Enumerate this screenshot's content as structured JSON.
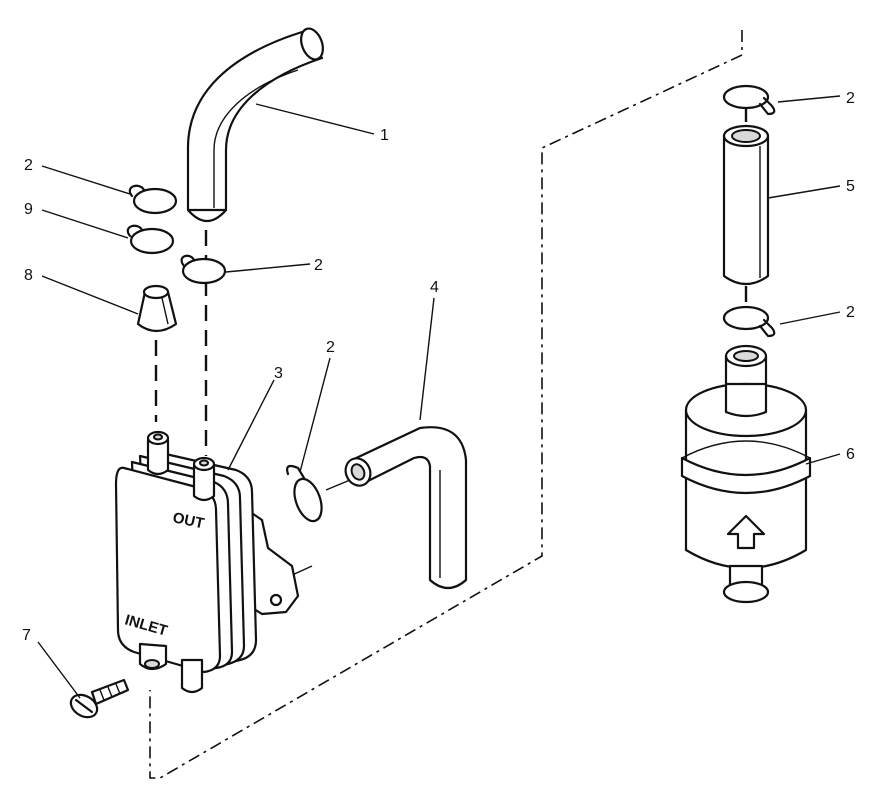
{
  "callouts": {
    "c1": "1",
    "c2a": "2",
    "c2b": "2",
    "c2c": "2",
    "c2d": "2",
    "c2e": "2",
    "c3": "3",
    "c4": "4",
    "c5": "5",
    "c6": "6",
    "c7": "7",
    "c8": "8",
    "c9": "9"
  },
  "pump_labels": {
    "out": "OUT",
    "inlet": "INLET"
  }
}
